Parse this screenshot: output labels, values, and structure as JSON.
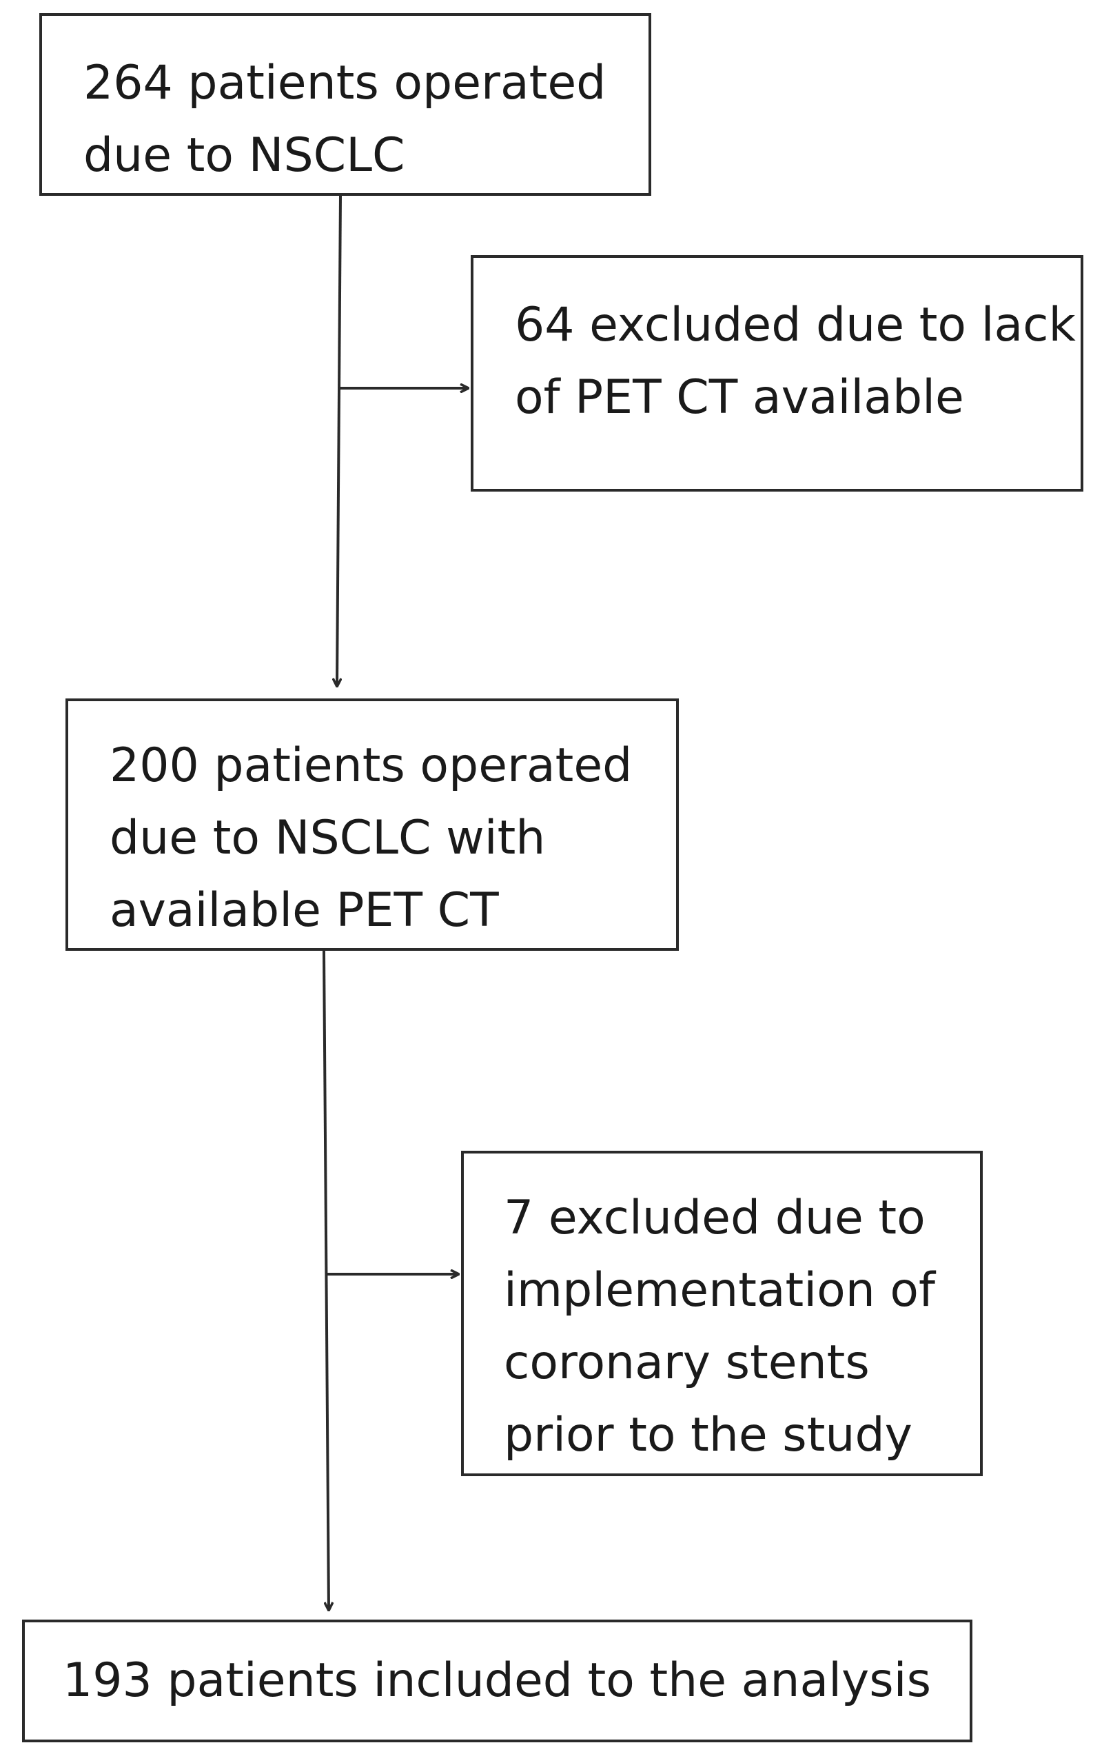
{
  "flowchart": {
    "boxes": {
      "start": {
        "lines": [
          "264 patients operated",
          "due to NSCLC"
        ]
      },
      "exclusion_1": {
        "lines": [
          "64 excluded due to lack",
          "of PET CT available"
        ]
      },
      "intermediate": {
        "lines": [
          "200 patients operated",
          "due to NSCLC with",
          "available PET CT"
        ]
      },
      "exclusion_2": {
        "lines": [
          "7 excluded due to",
          "implementation of",
          "coronary stents",
          "prior to the study"
        ]
      },
      "final": {
        "lines": [
          "193 patients included to the analysis"
        ]
      }
    },
    "colors": {
      "stroke": "#2a2a2a",
      "background": "#ffffff",
      "text": "#1a1a1a"
    }
  }
}
